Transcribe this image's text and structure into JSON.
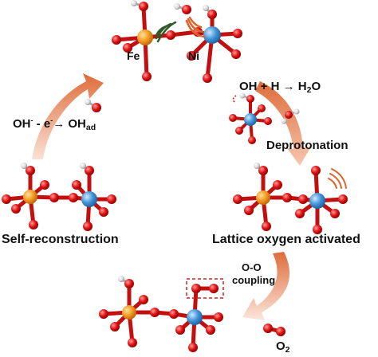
{
  "labels": {
    "fe": "Fe",
    "ni": "Ni",
    "step1_a": "OH",
    "step1_b": "-",
    "step1_c": " - e",
    "step1_d": "-",
    "step1_e": "→ OH",
    "step1_f": "ad",
    "step2_a": "OH + H → H",
    "step2_b": "2",
    "step2_c": "O",
    "deprotonation": "Deprotonation",
    "self_reconstruction": "Self-reconstruction",
    "lattice_oxygen": "Lattice oxygen activated",
    "oo_coupling_1": "O-O",
    "oo_coupling_2": "coupling",
    "o2_a": "O",
    "o2_b": "2"
  },
  "colors": {
    "fe_atom": "#f39a1e",
    "ni_atom": "#3f93d6",
    "oxygen": "#e01010",
    "hydrogen": "#d8d8d8",
    "bond": "#c21010",
    "arrow": "#e27a4a",
    "wave_green": "#2f5a2a",
    "wave_orange": "#e0622a",
    "highlight_box": "#d02020"
  }
}
